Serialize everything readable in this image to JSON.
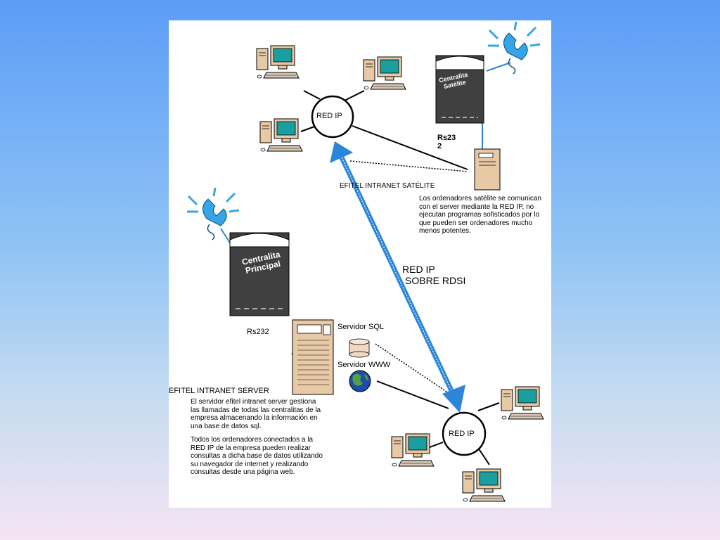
{
  "labels": {
    "red_ip_top": "RED IP",
    "red_ip_bottom": "RED IP",
    "rs232_top": "Rs23\n2",
    "rs232_bottom": "Rs232",
    "centralita_satelite": "Centralita\nSatélite",
    "centralita_principal": "Centralita\nPrincipal",
    "efitel_satelite": "EFITEL INTRANET SATÉLITE",
    "satelite_desc": "Los ordenadores satélite se comunican\ncon el server mediante la RED IP, no\nejecutan programas sofisticados por lo\nque pueden ser ordenadores mucho\nmenos potentes.",
    "red_ip_rdsi_line1": "RED IP",
    "red_ip_rdsi_line2": "SOBRE RDSI",
    "servidor_sql": "Servidor SQL",
    "servidor_www": "Servidor WWW",
    "efitel_server": "EFITEL INTRANET SERVER",
    "server_desc_1": "El servidor efitel intranet server gestiona\nlas llamadas de todas las centralitas de la\nempresa almacenando la información en\nuna base de datos sql.",
    "server_desc_2": "Todos los ordenadores conectados a la\nRED IP de la empresa pueden realizar\nconsultas a dicha base de datos utilizando\nsu navegador de internet y realizando\nconsultas desde una página web."
  },
  "colors": {
    "arrow_blue": "#2b86d9",
    "phone_blue": "#33a5e8",
    "monitor_screen": "#1a9ea0",
    "computer_beige": "#e8c9a6",
    "pbx_dark": "#404040"
  },
  "icons": [
    "desktop-computer-icon",
    "telephone-icon",
    "pbx-tower-icon",
    "server-tower-icon",
    "database-cylinder-icon",
    "globe-icon"
  ]
}
